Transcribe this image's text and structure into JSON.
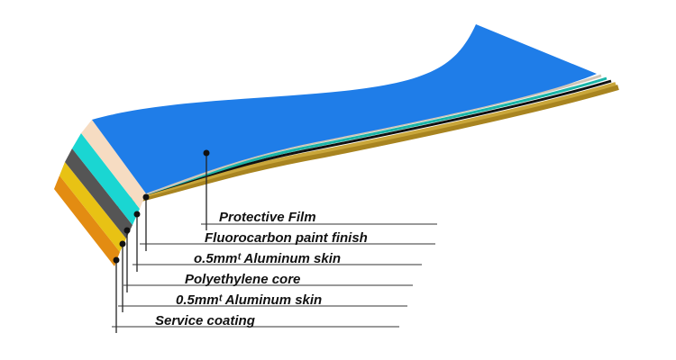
{
  "colors": {
    "protective_film": "#1f7de8",
    "fluorocarbon_paint": "#f6dcc2",
    "aluminum_skin_top": "#1ad6d2",
    "polyethylene_core": "#555555",
    "aluminum_skin_bottom": "#e8c214",
    "service_coating": "#e38c12"
  },
  "labels": [
    {
      "text": "Protective Film"
    },
    {
      "text": "Fluorocarbon paint finish"
    },
    {
      "text": "o.5mmᵗ Aluminum skin"
    },
    {
      "text": "Polyethylene core"
    },
    {
      "text": "0.5mmᵗ  Aluminum skin"
    },
    {
      "text": "Service coating"
    }
  ]
}
